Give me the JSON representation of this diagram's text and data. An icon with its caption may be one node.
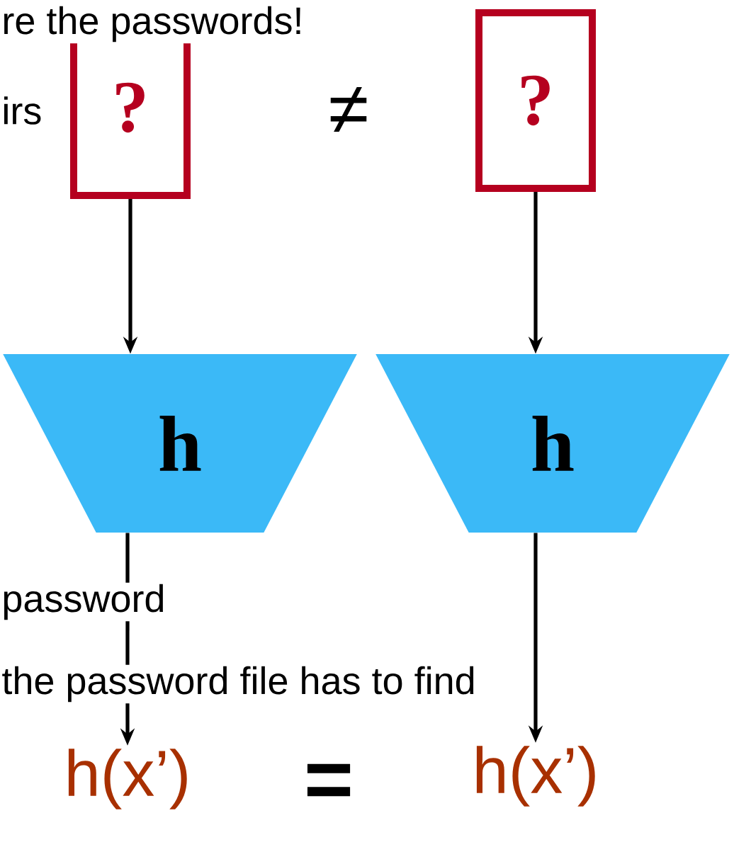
{
  "diagram": {
    "nodes": [
      {
        "text": [
          "?"
        ]
      },
      {
        "text": [
          "?"
        ]
      },
      {
        "text": [
          "h"
        ]
      },
      {
        "text": [
          "h"
        ]
      },
      {
        "text": [
          "h(x’)"
        ]
      },
      {
        "text": [
          "h(x’)"
        ]
      }
    ],
    "edges": [
      {
        "from": 0,
        "to": 2,
        "arrow": "to"
      },
      {
        "from": 1,
        "to": 3,
        "arrow": "to"
      },
      {
        "from": 2,
        "to": 4,
        "arrow": "to"
      },
      {
        "from": 3,
        "to": 5,
        "arrow": "to"
      }
    ],
    "labels": [
      "re the passwords!",
      "irs",
      "≠",
      "password",
      "the password file has to find",
      "="
    ]
  }
}
